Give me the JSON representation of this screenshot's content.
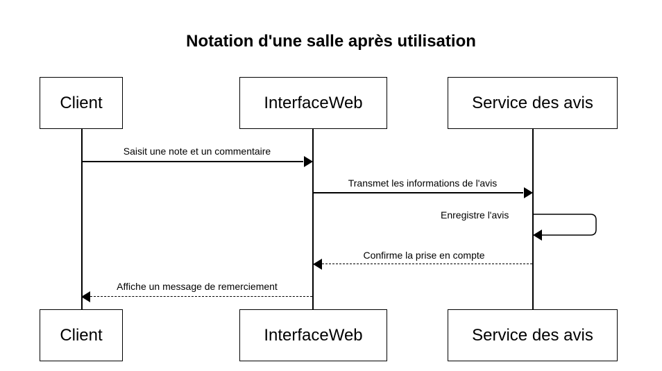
{
  "title": "Notation d'une salle après utilisation",
  "participants": [
    {
      "id": "client",
      "label": "Client"
    },
    {
      "id": "interfaceweb",
      "label": "InterfaceWeb"
    },
    {
      "id": "service",
      "label": "Service des avis"
    }
  ],
  "messages": [
    {
      "from": "Client",
      "to": "InterfaceWeb",
      "label": "Saisit une note et un commentaire",
      "style": "solid"
    },
    {
      "from": "InterfaceWeb",
      "to": "Service des avis",
      "label": "Transmet les informations de l'avis",
      "style": "solid"
    },
    {
      "from": "Service des avis",
      "to": "Service des avis",
      "label": "Enregistre l'avis",
      "style": "solid"
    },
    {
      "from": "Service des avis",
      "to": "InterfaceWeb",
      "label": "Confirme la prise en compte",
      "style": "dashed"
    },
    {
      "from": "InterfaceWeb",
      "to": "Client",
      "label": "Affiche un message de remerciement",
      "style": "dashed"
    }
  ]
}
